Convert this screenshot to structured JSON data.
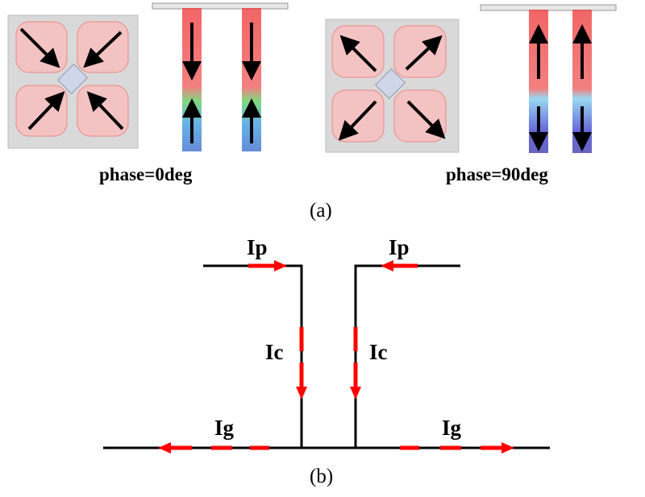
{
  "panel_a": {
    "left_caption": "phase=0deg",
    "right_caption": "phase=90deg",
    "label": "(a)"
  },
  "panel_b": {
    "label": "(b)",
    "ip_left": "Ip",
    "ip_right": "Ip",
    "ic_left": "Ic",
    "ic_right": "Ic",
    "ig_left": "Ig",
    "ig_right": "Ig"
  },
  "colors": {
    "current_red": "#ff0000",
    "line_black": "#000000",
    "patch_bg": "#d9d9d9",
    "patch_pink": "#f2b8b8"
  }
}
